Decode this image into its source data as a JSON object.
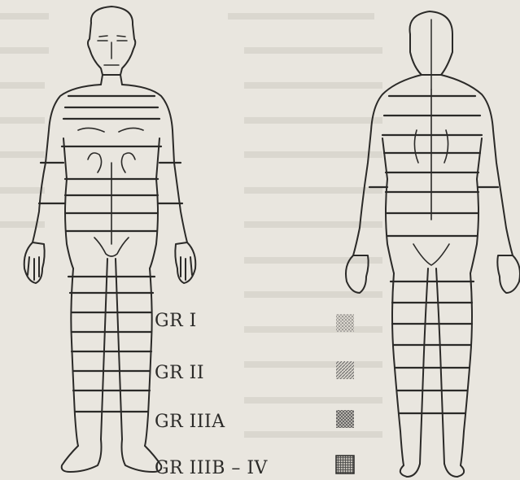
{
  "legend": [
    {
      "label": "GR I",
      "pattern": "dots-fine"
    },
    {
      "label": "GR II",
      "pattern": "diagonal-lines"
    },
    {
      "label": "GR IIIA",
      "pattern": "cross-hatch"
    },
    {
      "label": "GR IIIB – IV",
      "pattern": "dense-grid"
    }
  ],
  "colors": {
    "paper": "#e9e6df",
    "ink": "#2b2a28",
    "faded_text": "#d8d4cc"
  }
}
